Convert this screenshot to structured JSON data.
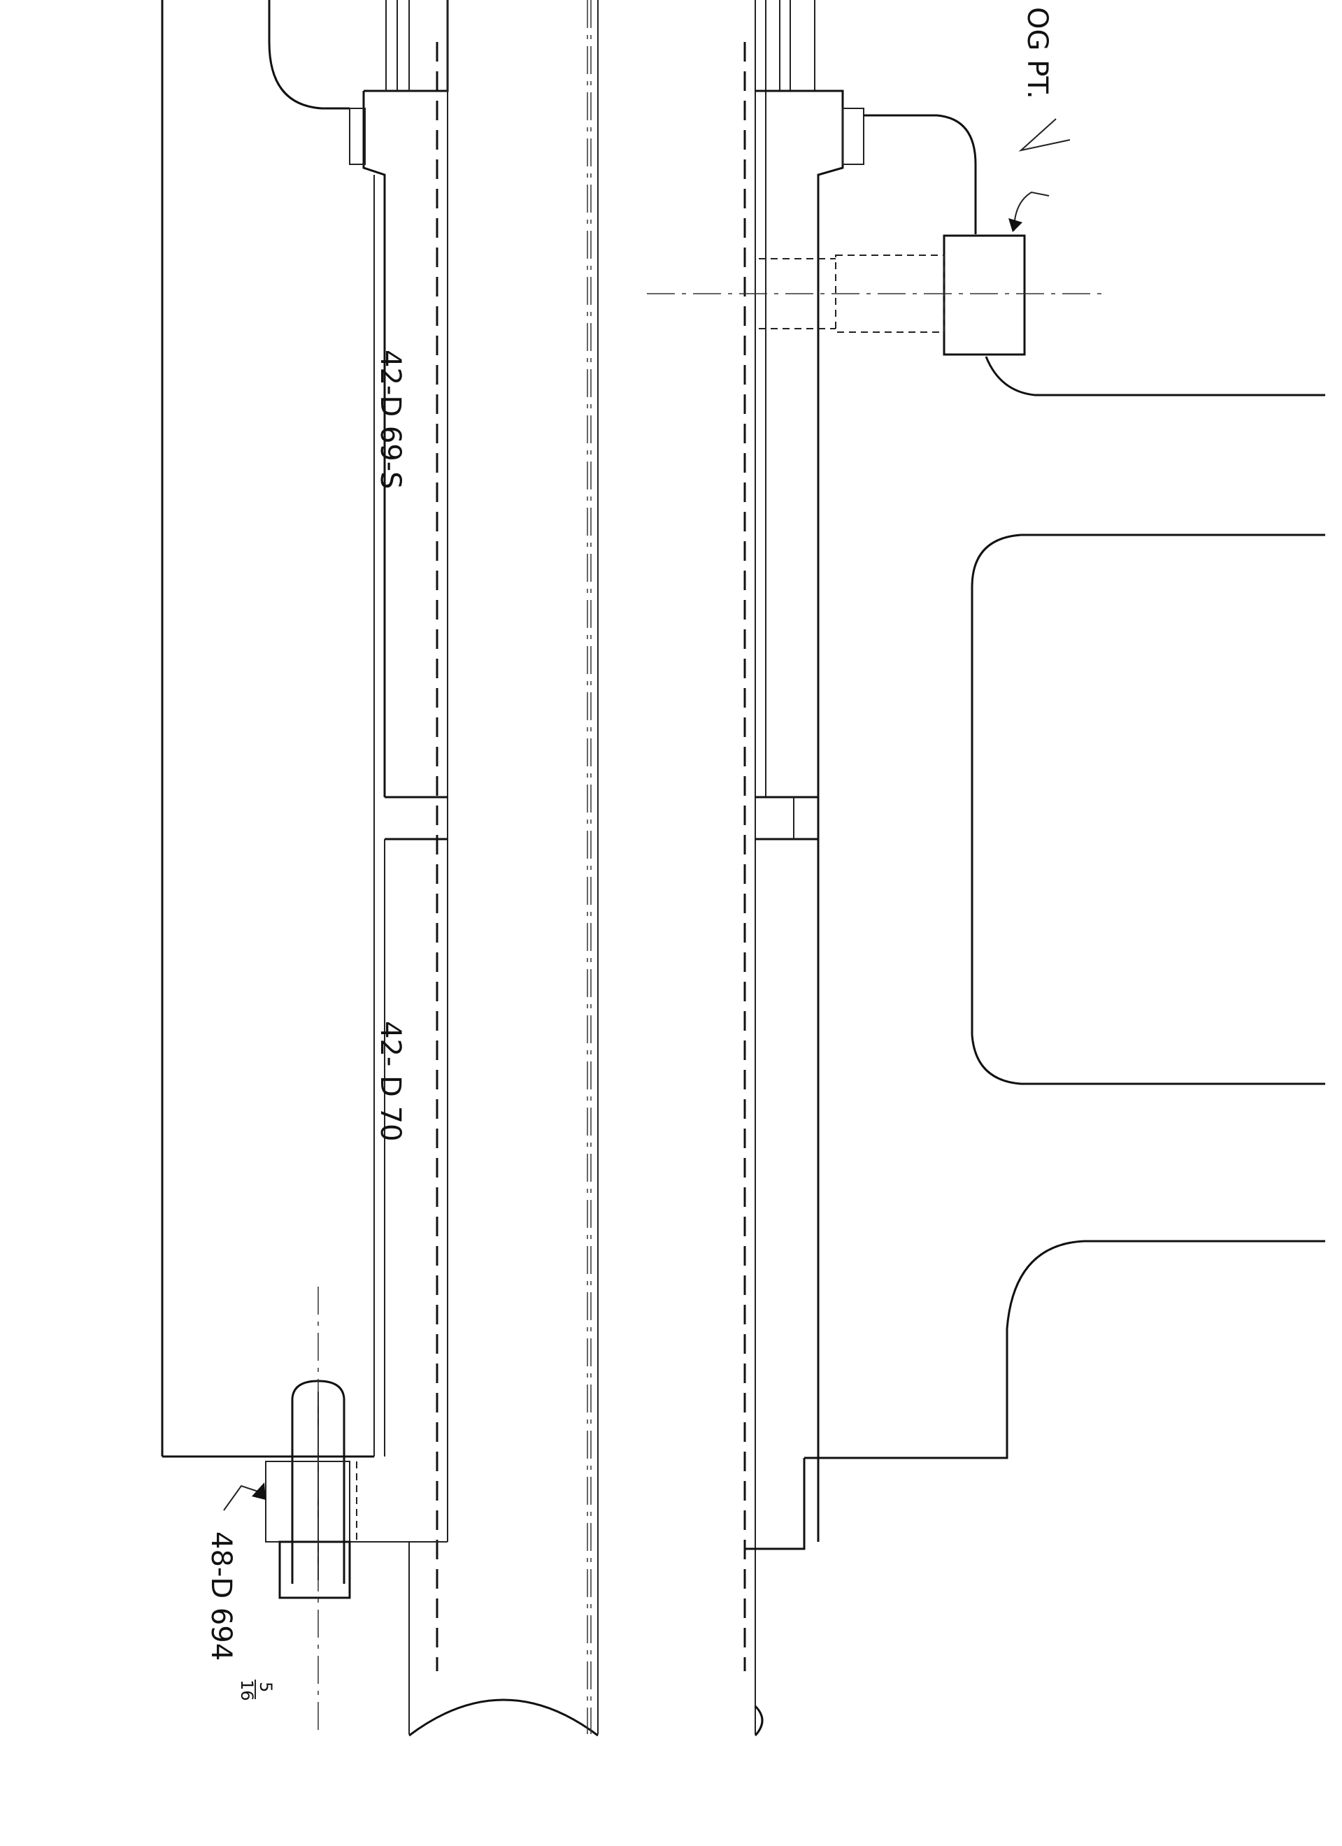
{
  "labels": {
    "part_upper": "42-D 69-S",
    "part_lower": "42- D 70",
    "pin_part": "48-D 694",
    "pin_fraction_num": "5",
    "pin_fraction_den": "16",
    "corner_note": "OG PT."
  }
}
